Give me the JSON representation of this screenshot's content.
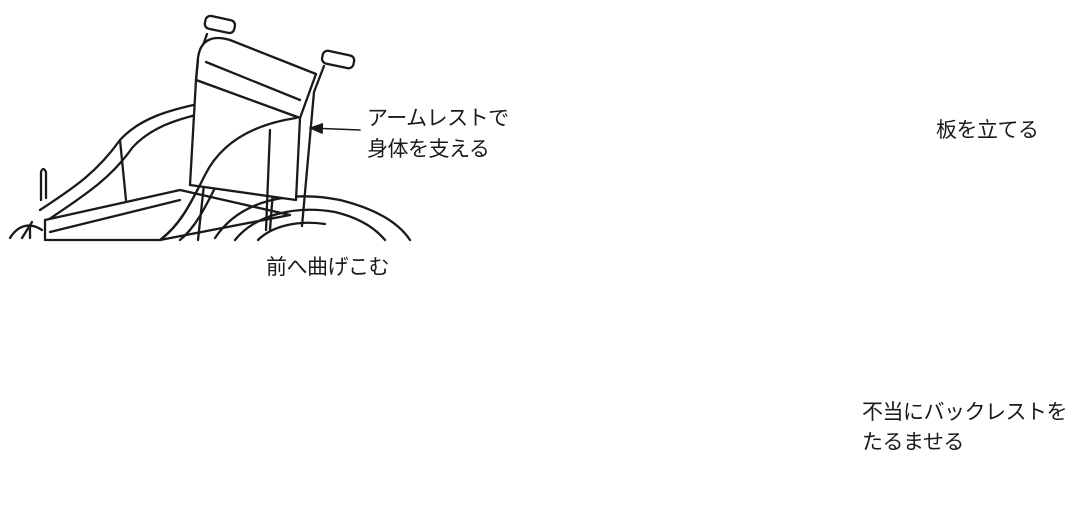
{
  "panels": [
    {
      "id": "armrest",
      "label_lines": [
        "アームレストで",
        "身体を支える"
      ]
    },
    {
      "id": "board",
      "label_lines": [
        "板を立てる"
      ]
    },
    {
      "id": "bend",
      "label_lines": [
        "前へ曲げこむ"
      ]
    },
    {
      "id": "fold",
      "label_lines": [
        "不当にバックレストを",
        "たるませる"
      ]
    }
  ]
}
